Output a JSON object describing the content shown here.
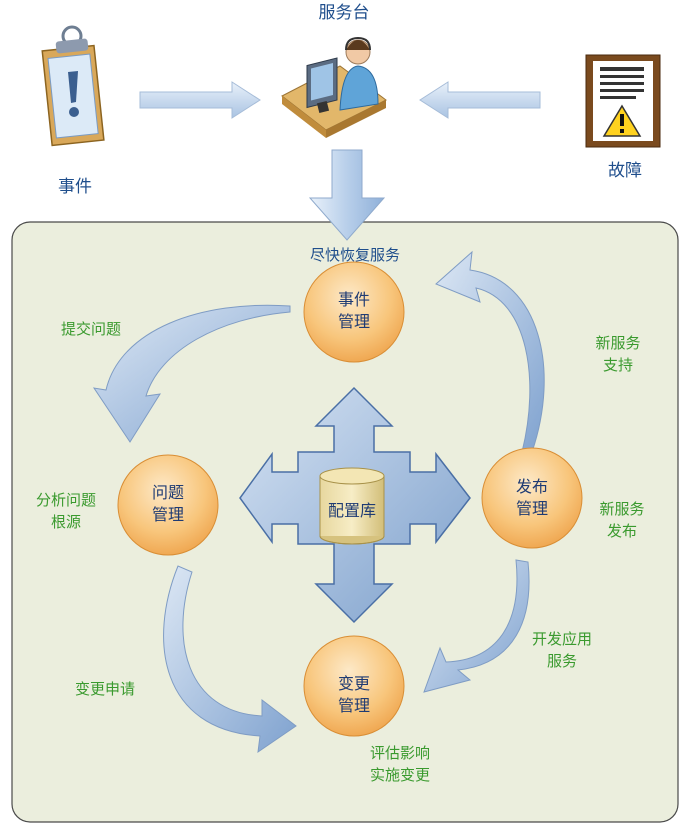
{
  "top": {
    "service_desk": "服务台",
    "event": "事件",
    "fault": "故障",
    "restore": "尽快恢复服务"
  },
  "nodes": {
    "incident_l1": "事件",
    "incident_l2": "管理",
    "problem_l1": "问题",
    "problem_l2": "管理",
    "release_l1": "发布",
    "release_l2": "管理",
    "change_l1": "变更",
    "change_l2": "管理",
    "cmdb": "配置库"
  },
  "labels": {
    "submit_problem": "提交问题",
    "analyze_l1": "分析问题",
    "analyze_l2": "根源",
    "change_request": "变更申请",
    "assess_l1": "评估影响",
    "assess_l2": "实施变更",
    "dev_l1": "开发应用",
    "dev_l2": "服务",
    "new_release_l1": "新服务",
    "new_release_l2": "发布",
    "new_support_l1": "新服务",
    "new_support_l2": "支持"
  },
  "colors": {
    "panel_bg": "#EBEEDD",
    "node_fill": "#F6B25E",
    "arrow_fill": "#A9C3E2",
    "blue_text": "#1F4E8C",
    "green_text": "#3A9A2E"
  }
}
